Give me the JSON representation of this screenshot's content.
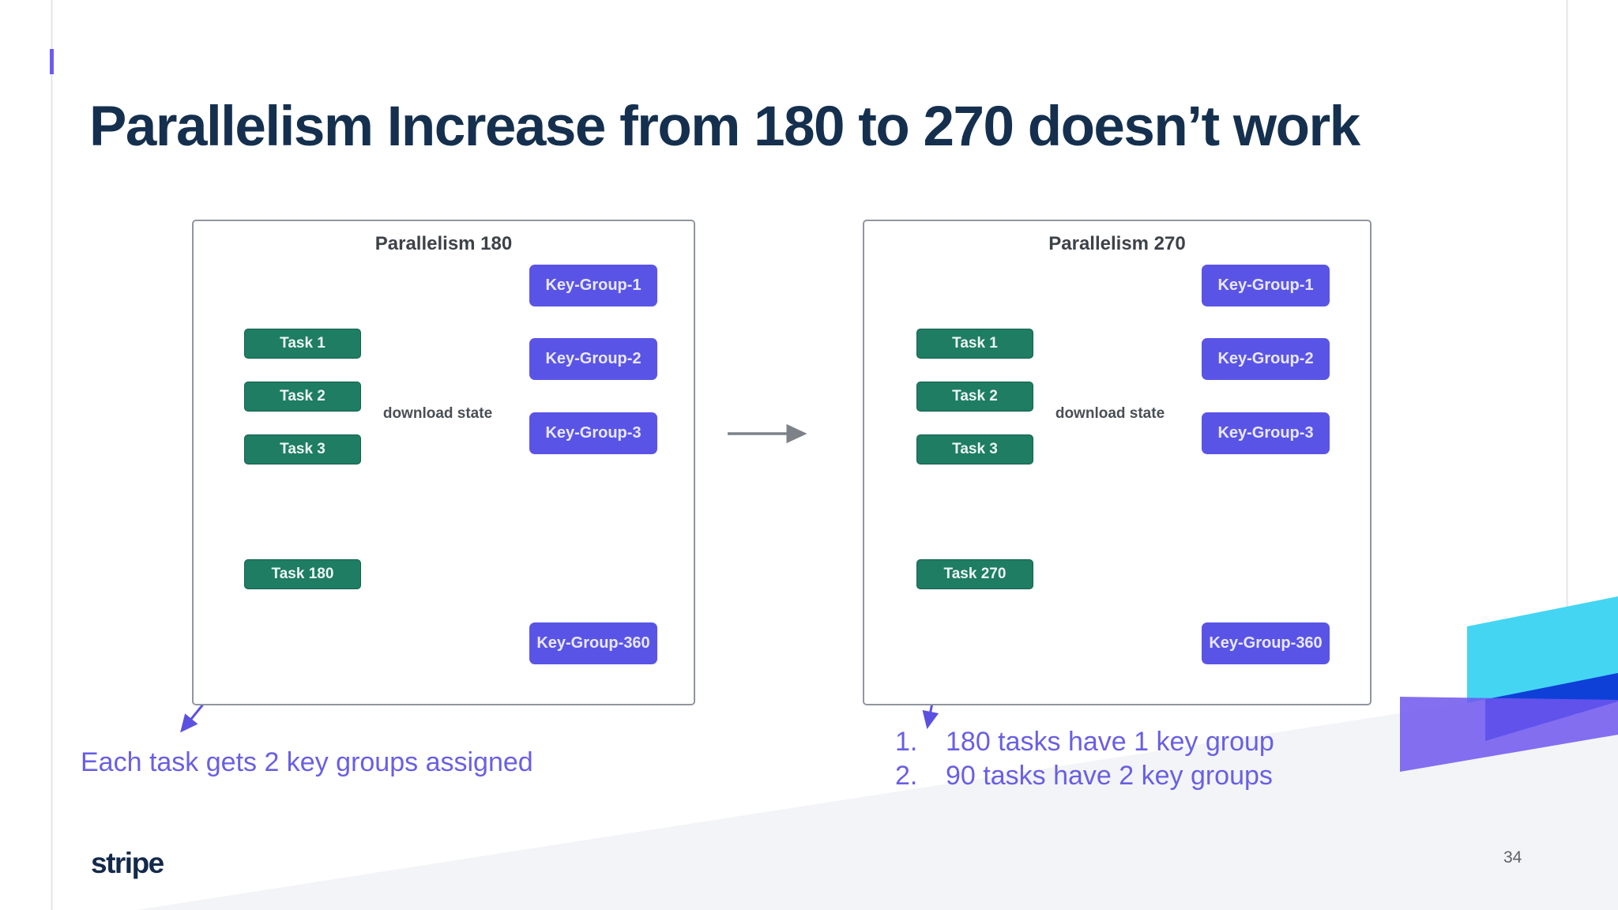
{
  "slide": {
    "title": "Parallelism Increase from 180 to 270 doesn’t work",
    "page_number": "34",
    "brand": "stripe"
  },
  "panels": [
    {
      "header": "Parallelism 180",
      "tasks": [
        "Task 1",
        "Task 2",
        "Task 3",
        "Task 180"
      ],
      "key_groups": [
        "Key-Group-1",
        "Key-Group-2",
        "Key-Group-3",
        "Key-Group-360"
      ],
      "arrow_label": "download state"
    },
    {
      "header": "Parallelism 270",
      "tasks": [
        "Task 1",
        "Task 2",
        "Task 3",
        "Task 270"
      ],
      "key_groups": [
        "Key-Group-1",
        "Key-Group-2",
        "Key-Group-3",
        "Key-Group-360"
      ],
      "arrow_label": "download state"
    }
  ],
  "annotations": {
    "left": "Each task gets 2 key groups assigned",
    "right_list": [
      {
        "num": "1.",
        "text": "180 tasks have 1 key group"
      },
      {
        "num": "2.",
        "text": "90 tasks have 2 key groups"
      }
    ]
  },
  "colors": {
    "title_text": "#15304e",
    "task_green": "#1e7d63",
    "key_group_purple": "#5a54e6",
    "annotation_purple": "#695fe3",
    "box_border_gray": "#9096a0",
    "arrow_gray": "#7d8288",
    "decor_cyan": "#44d5f3",
    "decor_blue": "#0e40d8",
    "decor_purple": "#6e56ee",
    "footer_band_gray": "#f3f4f7"
  }
}
